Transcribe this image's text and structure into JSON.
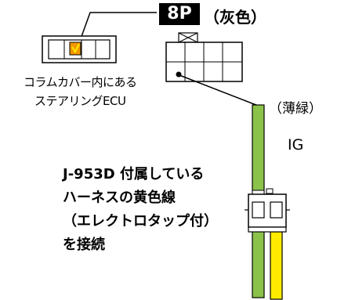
{
  "connector": {
    "pin_count": "8P",
    "housing_color": "（灰色）"
  },
  "location": {
    "line1": "コラムカバー内にある",
    "line2": "ステアリングECU"
  },
  "wire": {
    "color_label": "（薄緑）",
    "signal": "IG"
  },
  "instruction": {
    "lines": [
      "J-953D 付属している",
      "ハーネスの黄色線",
      "（エレクトロタップ付）",
      "を接続"
    ]
  },
  "colors": {
    "outline": "#000000",
    "green_wire": "#8bc34a",
    "yellow_wire": "#ffeb00",
    "highlight_pin": "#f39800",
    "highlight_check": "#ffeb00",
    "badge_bg": "#000000",
    "badge_text": "#ffffff"
  }
}
